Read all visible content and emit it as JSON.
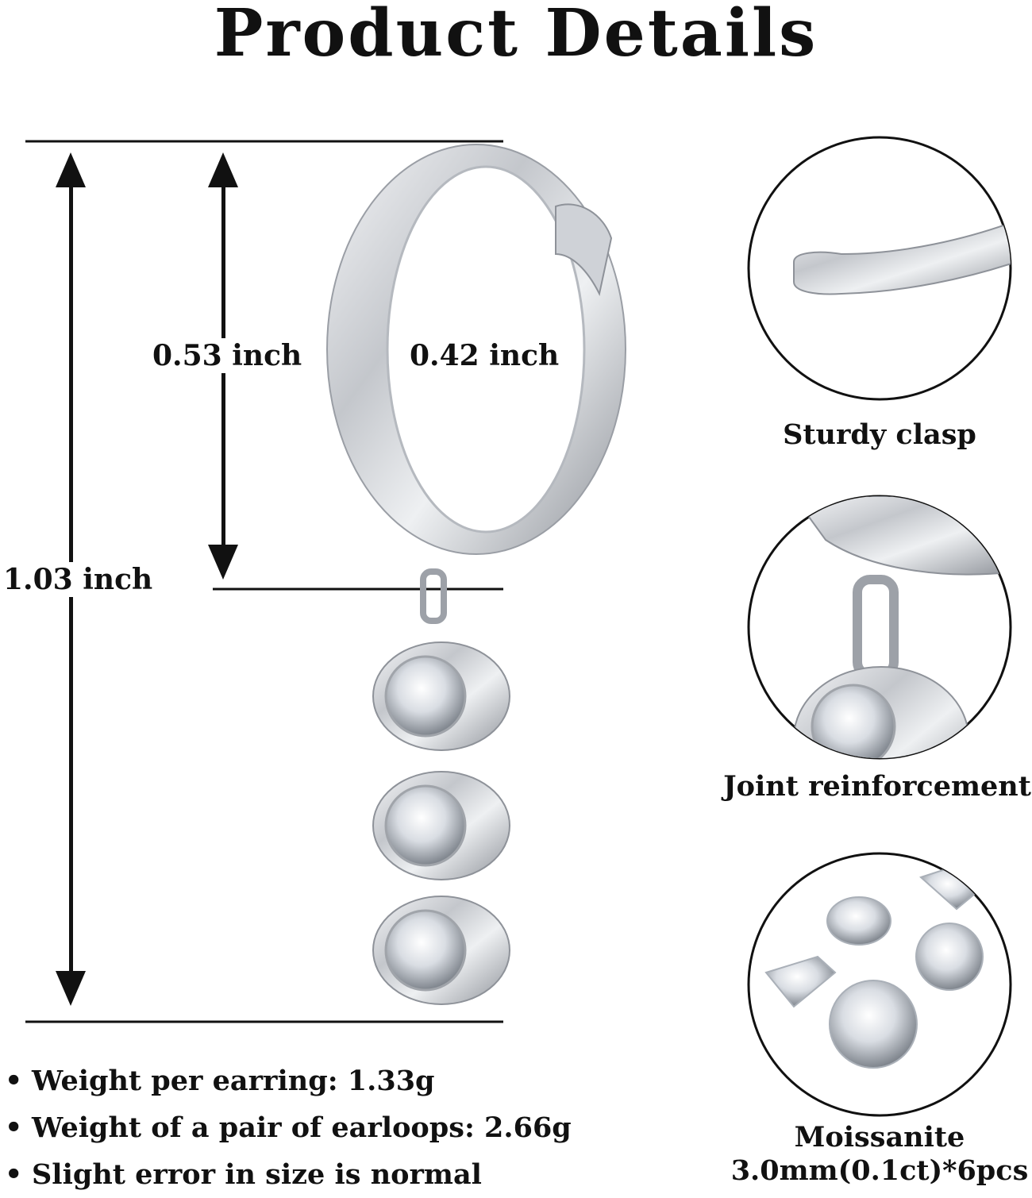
{
  "title": "Product Details",
  "dimensions": {
    "total_height": "1.03 inch",
    "hoop_outer": "0.53 inch",
    "hoop_inner": "0.42 inch"
  },
  "features": [
    {
      "label": "Sturdy clasp",
      "icon": "clasp-closeup-icon"
    },
    {
      "label": "Joint reinforcement",
      "icon": "joint-closeup-icon"
    },
    {
      "label": "Moissanite",
      "sublabel": "3.0mm(0.1ct)*6pcs",
      "icon": "gemstones-closeup-icon"
    }
  ],
  "specs": [
    "Weight per earring: 1.33g",
    "Weight of a pair of earloops: 2.66g",
    "Slight error in size is normal"
  ],
  "colors": {
    "metal": "#c9ccd1",
    "metal_dark": "#8e9299",
    "line": "#111111"
  }
}
